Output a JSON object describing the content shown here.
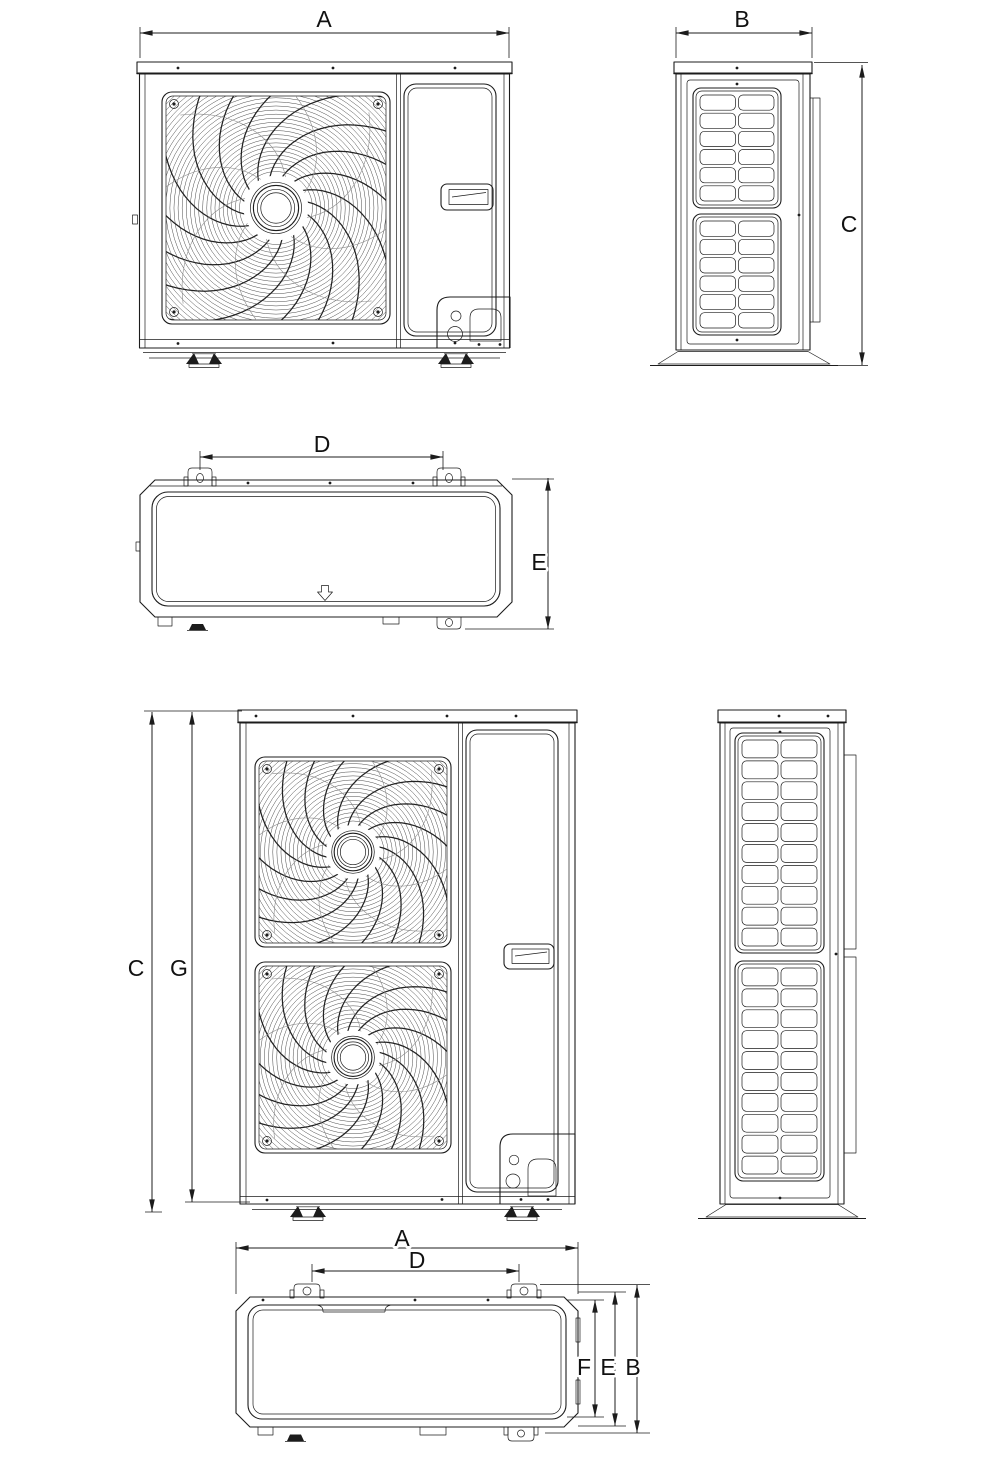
{
  "colors": {
    "background": "#ffffff",
    "line": "#1c1c1c"
  },
  "views": {
    "unit1_front": {
      "labels": {
        "width": "A"
      }
    },
    "unit1_side": {
      "labels": {
        "depth": "B",
        "height": "C"
      }
    },
    "unit1_top": {
      "labels": {
        "mount_span": "D",
        "top_depth": "E"
      }
    },
    "unit2_front": {
      "labels": {
        "overall_height": "C",
        "body_height": "G"
      }
    },
    "unit2_side": {
      "labels": {}
    },
    "unit2_top": {
      "labels": {
        "width": "A",
        "mount_span": "D",
        "inner_depth": "F",
        "top_depth": "E",
        "overall_depth": "B"
      }
    }
  }
}
